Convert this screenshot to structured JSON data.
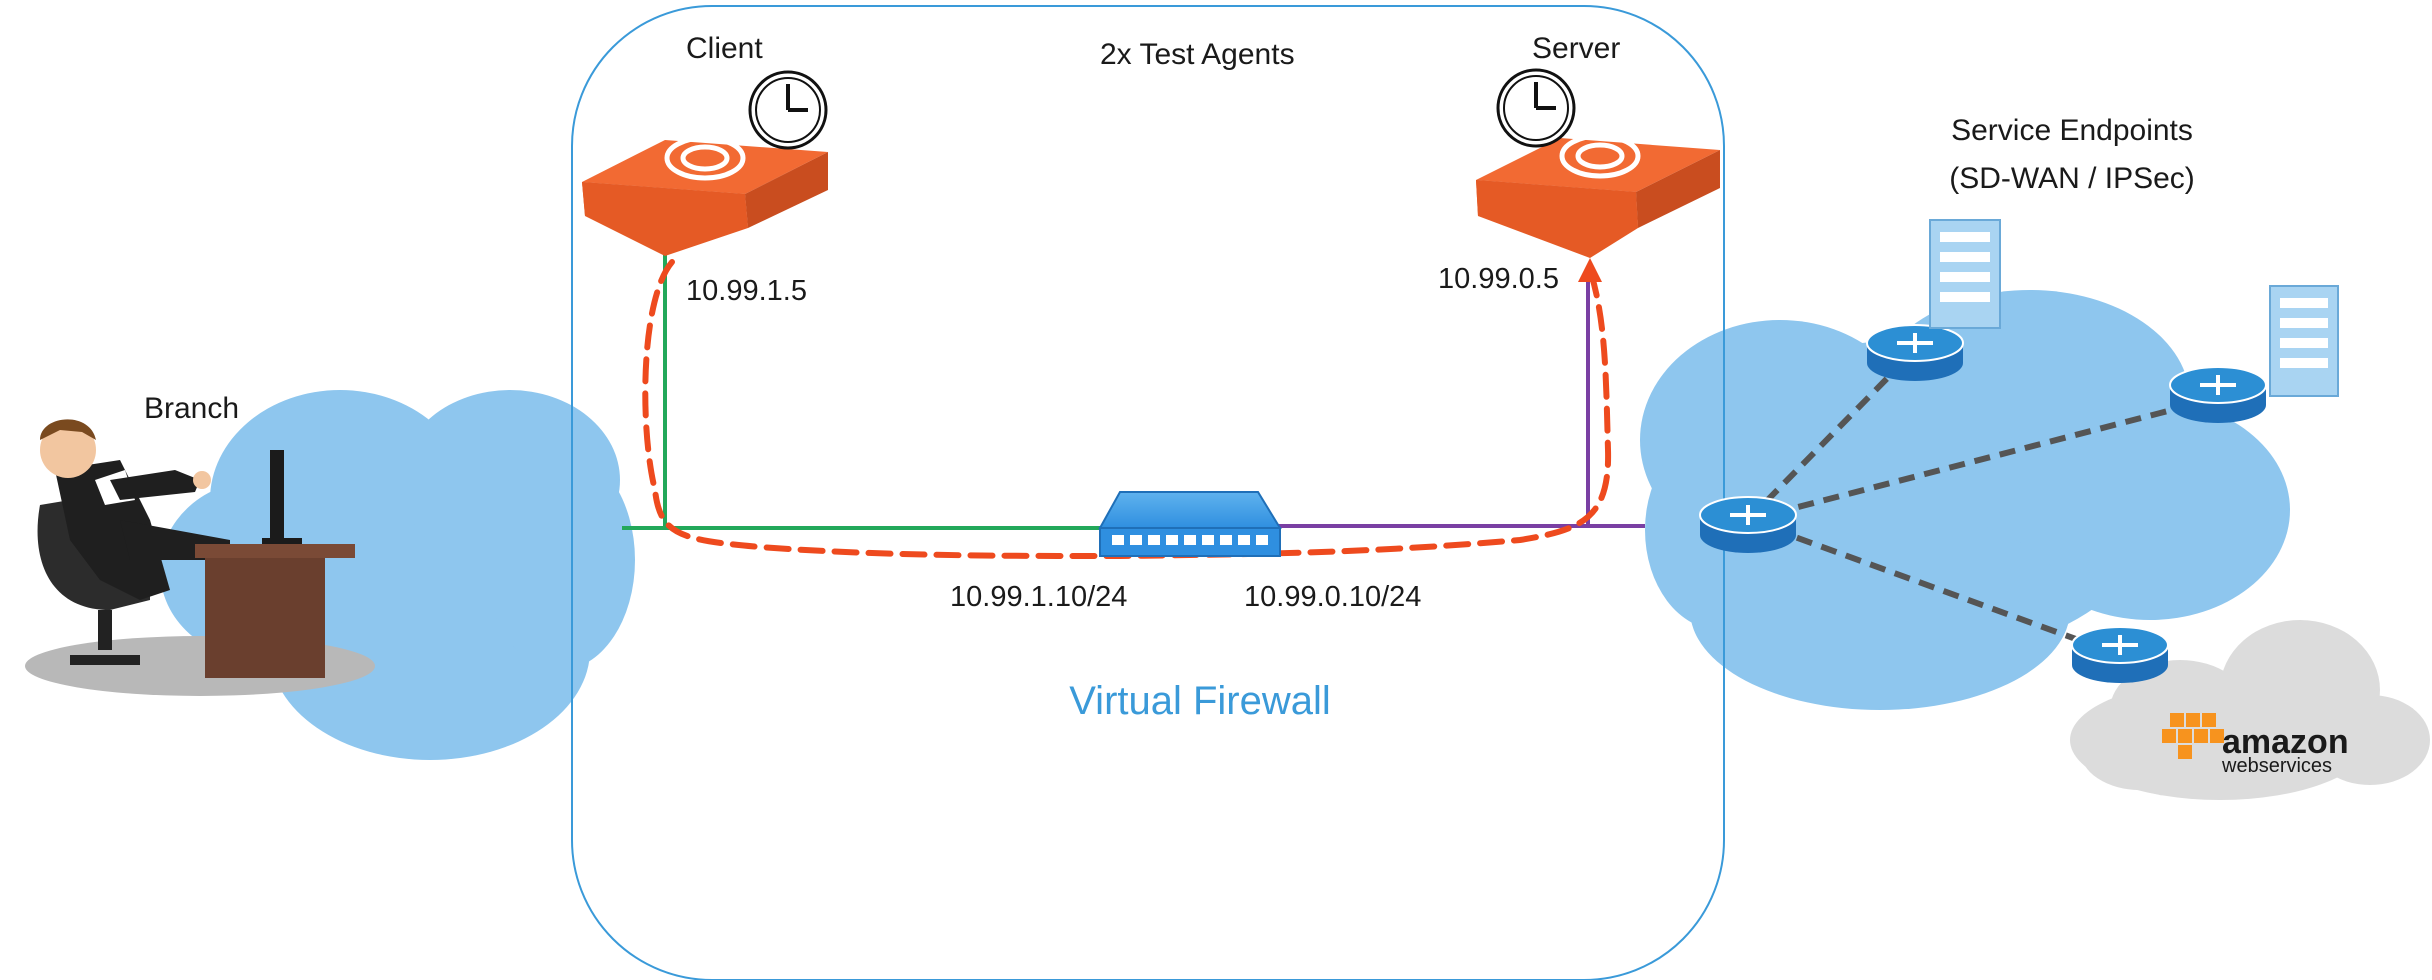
{
  "labels": {
    "client": "Client",
    "server": "Server",
    "test_agents": "2x Test Agents",
    "branch": "Branch",
    "service_endpoints_line1": "Service Endpoints",
    "service_endpoints_line2": "(SD-WAN / IPSec)",
    "client_ip": "10.99.1.5",
    "server_ip": "10.99.0.5",
    "fw_left_ip": "10.99.1.10/24",
    "fw_right_ip": "10.99.0.10/24",
    "firewall_title": "Virtual Firewall",
    "aws_brand": "amazon",
    "aws_sub": "webservices"
  },
  "colors": {
    "agent_orange": "#f26a33",
    "agent_orange_dark": "#c94d1f",
    "cloud_blue": "#8ec6ee",
    "cloud_grey": "#dcdcdc",
    "firewall_border": "#3a9ad9",
    "firewall_text": "#3a9ad9",
    "client_link": "#22a85a",
    "server_link": "#7a3fa3",
    "test_path": "#ee4a1e",
    "router_blue": "#2c8fd4",
    "switch_blue": "#2f8fe0",
    "aws_orange": "#f7931e"
  },
  "icons": {
    "client_agent": "test-agent-appliance-icon",
    "server_agent": "test-agent-appliance-icon",
    "clock": "clock-icon",
    "firewall": "switch-appliance-icon",
    "router": "router-icon",
    "server_rack": "server-rack-icon",
    "branch_user": "office-worker-at-desk-icon",
    "aws": "aws-logo-icon"
  }
}
